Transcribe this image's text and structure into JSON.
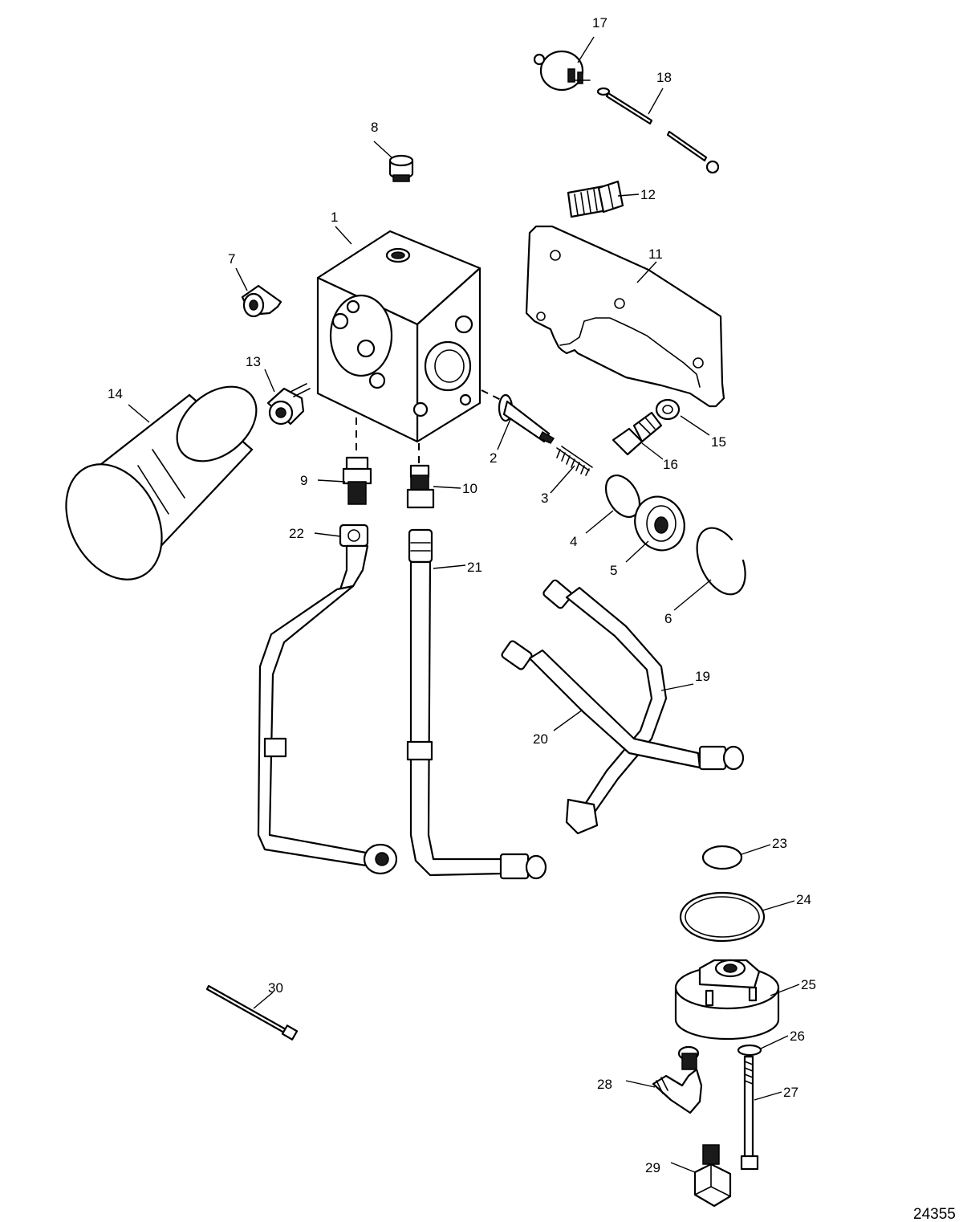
{
  "figure": {
    "figure_number": "24355",
    "callouts": {
      "c1": "1",
      "c2": "2",
      "c3": "3",
      "c4": "4",
      "c5": "5",
      "c6": "6",
      "c7": "7",
      "c8": "8",
      "c9": "9",
      "c10": "10",
      "c11": "11",
      "c12": "12",
      "c13": "13",
      "c14": "14",
      "c15": "15",
      "c16": "16",
      "c17": "17",
      "c18": "18",
      "c19": "19",
      "c20": "20",
      "c21": "21",
      "c22": "22",
      "c23": "23",
      "c24": "24",
      "c25": "25",
      "c26": "26",
      "c27": "27",
      "c28": "28",
      "c29": "29",
      "c30": "30"
    }
  }
}
